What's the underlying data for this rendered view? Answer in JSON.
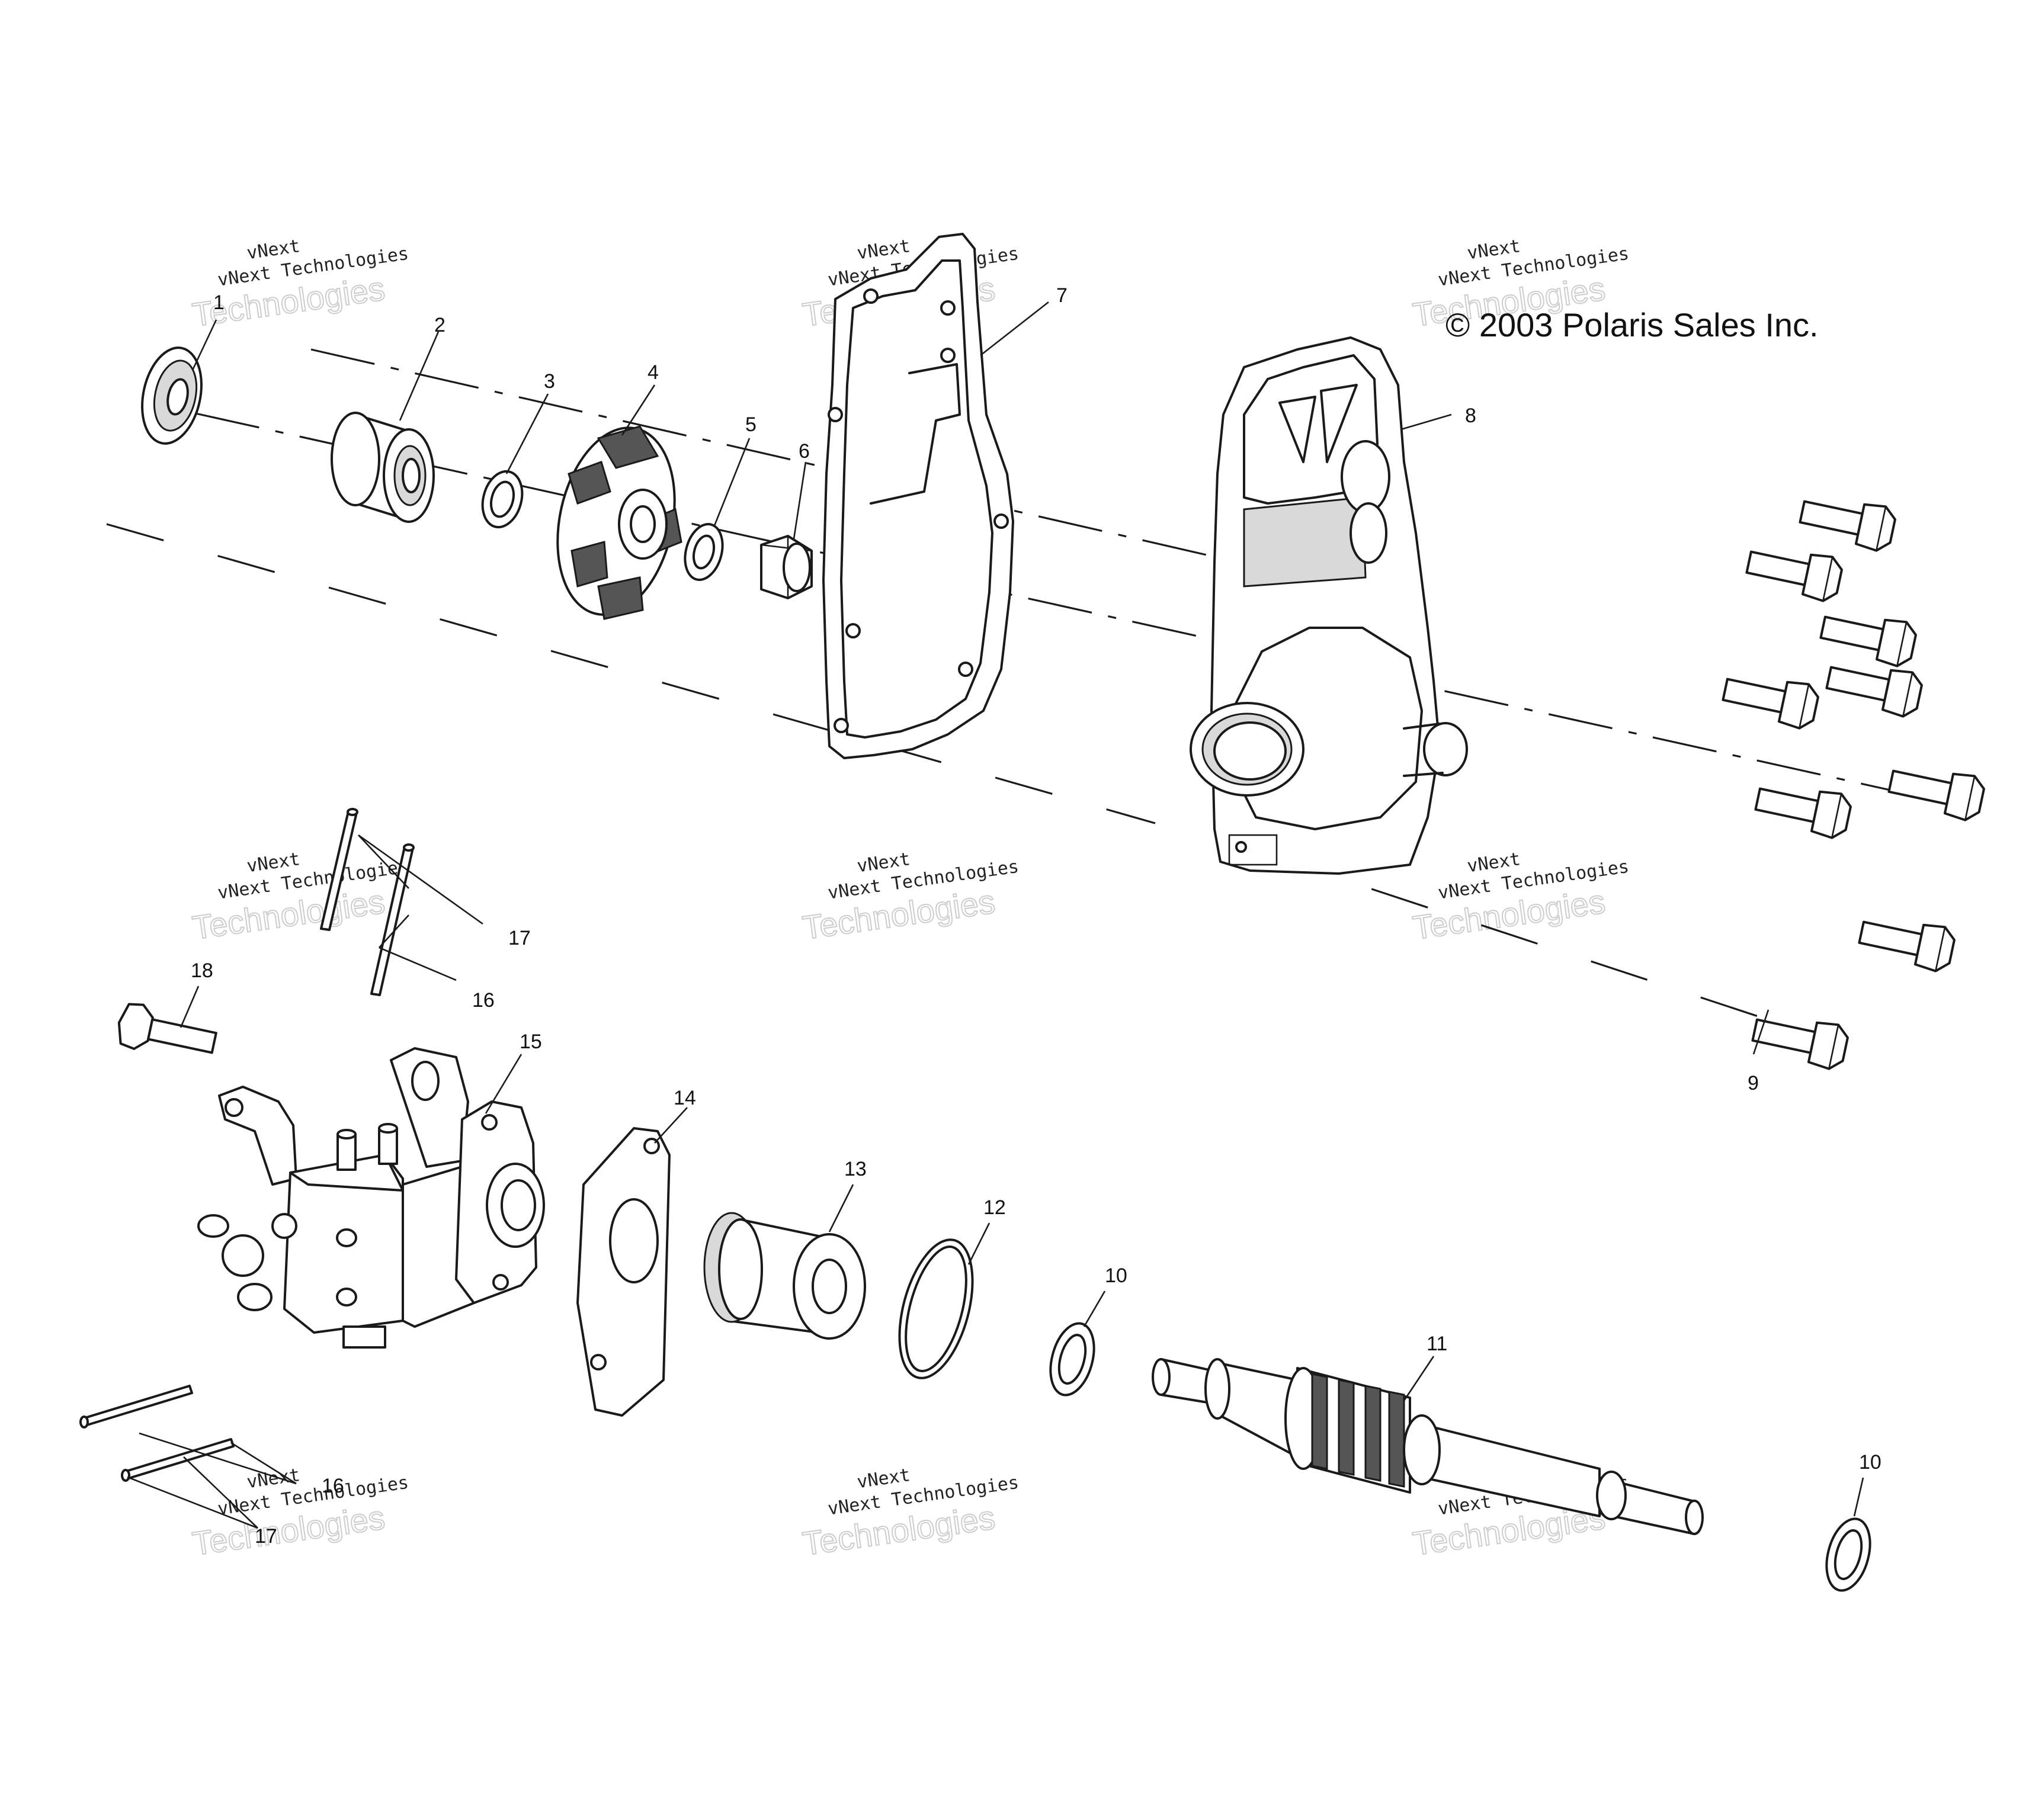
{
  "copyright": "© 2003 Polaris Sales Inc.",
  "watermark": {
    "line1": "vNext",
    "line2": "vNext Technologies",
    "line3": "Technologies"
  },
  "callouts": {
    "c1": "1",
    "c2": "2",
    "c3": "3",
    "c4": "4",
    "c5": "5",
    "c6": "6",
    "c7": "7",
    "c8": "8",
    "c9": "9",
    "c10a": "10",
    "c10b": "10",
    "c11": "11",
    "c12": "12",
    "c13": "13",
    "c14": "14",
    "c15": "15",
    "c16a": "16",
    "c16b": "16",
    "c17a": "17",
    "c17b": "17",
    "c18": "18"
  }
}
